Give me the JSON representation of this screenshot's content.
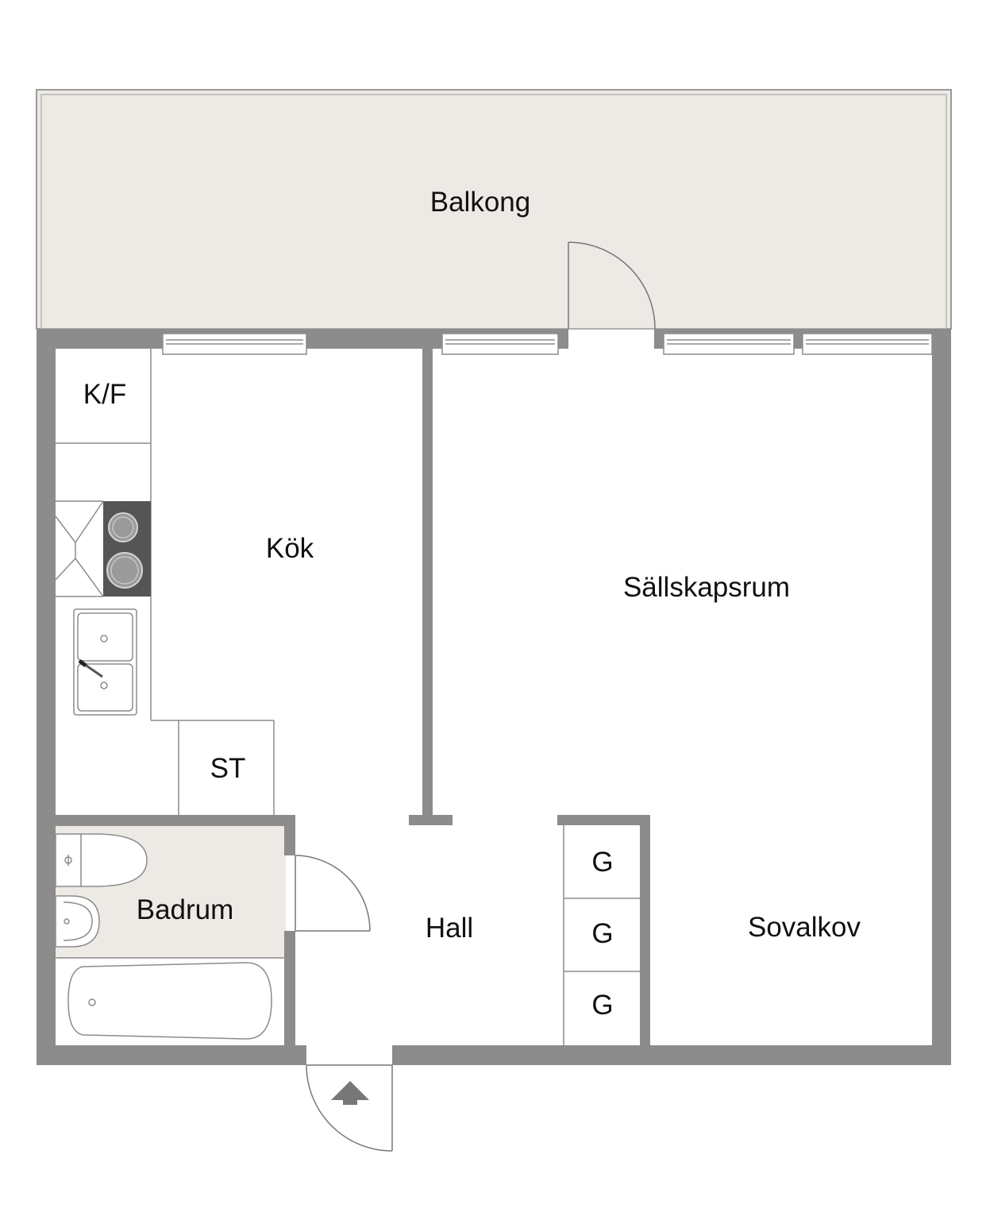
{
  "rooms": {
    "balkong": "Balkong",
    "kok": "Kök",
    "sallskapsrum": "Sällskapsrum",
    "badrum": "Badrum",
    "hall": "Hall",
    "sovalkov": "Sovalkov"
  },
  "fixtures": {
    "kf": "K/F",
    "st": "ST",
    "wardrobes": [
      "G",
      "G",
      "G"
    ]
  },
  "colors": {
    "wall": "#8c8c8c",
    "balcony_floor": "#ede9e5",
    "bathroom_floor": "#ede9e5",
    "stove": "#555555",
    "line": "#777777"
  }
}
